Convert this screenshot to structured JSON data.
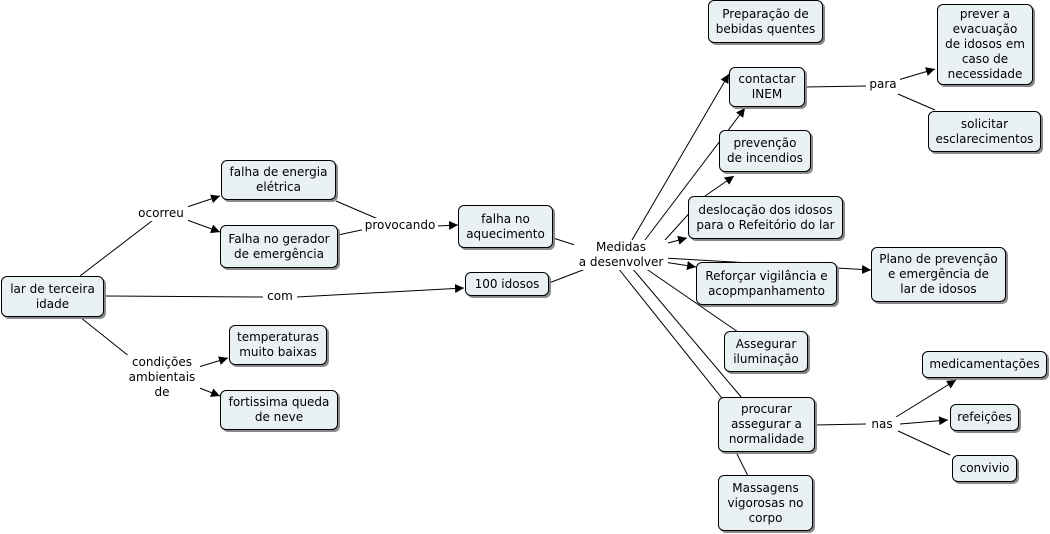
{
  "nodes": {
    "lar": "lar de terceira\nidade",
    "falha_energia": "falha de energia\nelétrica",
    "falha_gerador": "Falha no gerador\nde emergência",
    "falha_aquecimento": "falha no\naquecimento",
    "idosos": "100 idosos",
    "temperaturas": "temperaturas\nmuito baixas",
    "neve": "fortissima queda\nde neve",
    "bebidas": "Preparação de\nbebidas quentes",
    "inem": "contactar\nINEM",
    "prevencao_incendios": "prevenção\nde incendios",
    "deslocacao": "deslocação dos idosos\npara o Refeitório do lar",
    "vigilancia": "Reforçar vigilância e\nacopmpanhamento",
    "plano": "Plano de prevenção\ne emergência de\nlar de idosos",
    "iluminacao": "Assegurar\niluminação",
    "normalidade": "procurar\nassegurar a\nnormalidade",
    "massagens": "Massagens\nvigorosas no\ncorpo",
    "evacuacao": "prever a\nevacuação\nde idosos em\ncaso de\nnecessidade",
    "esclarecimentos": "solicitar\nesclarecimentos",
    "medicamentacoes": "medicamentações",
    "refeicoes": "refeições",
    "convivio": "convivio"
  },
  "links": {
    "ocorreu": "ocorreu",
    "provocando": "provocando",
    "com": "com",
    "condicoes": "condições\nambientais\nde",
    "medidas": "Medidas\na desenvolver",
    "para": "para",
    "nas": "nas"
  }
}
